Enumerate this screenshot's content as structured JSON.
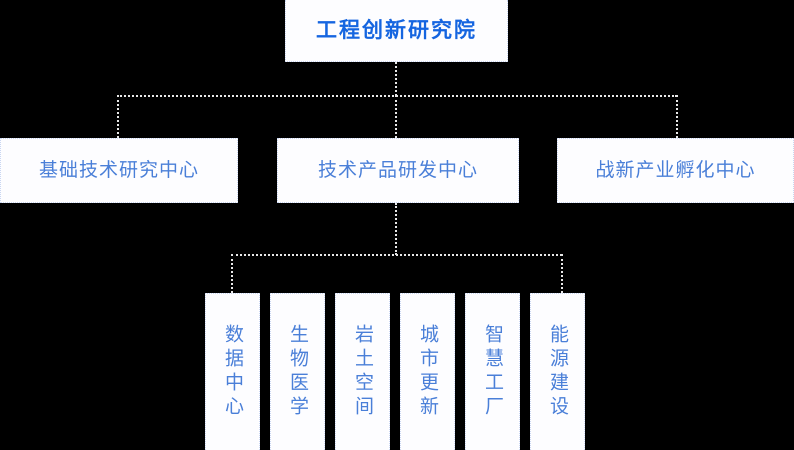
{
  "diagram": {
    "type": "org-chart",
    "background_color": "#000000",
    "card_background_color": "#fdfdff",
    "card_border_color": "#c9d6f2",
    "connector_color": "#e8e8e8",
    "root_text_color": "#1565e0",
    "node_text_color": "#4a7fd8",
    "root": {
      "label": "工程创新研究院"
    },
    "divisions": [
      {
        "label": "基础技术研究中心"
      },
      {
        "label": "技术产品研发中心"
      },
      {
        "label": "战新产业孵化中心"
      }
    ],
    "units": [
      {
        "label": "数据中心"
      },
      {
        "label": "生物医学"
      },
      {
        "label": "岩土空间"
      },
      {
        "label": "城市更新"
      },
      {
        "label": "智慧工厂"
      },
      {
        "label": "能源建设"
      }
    ]
  }
}
